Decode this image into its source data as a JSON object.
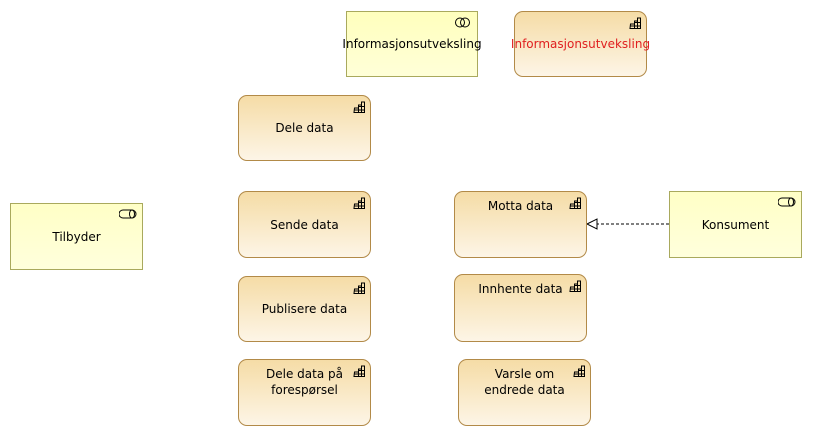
{
  "nodes": {
    "info_interface": {
      "label": "Informasjonsutveksling",
      "icon": "interface-icon"
    },
    "info_function": {
      "label": "Informasjonsutveksling",
      "icon": "function-icon",
      "color": "#e02020"
    },
    "dele_data": {
      "label": "Dele data",
      "icon": "function-icon"
    },
    "tilbyder": {
      "label": "Tilbyder",
      "icon": "role-icon"
    },
    "sende_data": {
      "label": "Sende data",
      "icon": "function-icon"
    },
    "motta_data": {
      "label": "Motta data",
      "icon": "function-icon"
    },
    "konsument": {
      "label": "Konsument",
      "icon": "role-icon"
    },
    "publisere_data": {
      "label": "Publisere data",
      "icon": "function-icon"
    },
    "innhente_data": {
      "label": "Innhente data",
      "icon": "function-icon"
    },
    "dele_data_paa_foresporsel": {
      "label": "Dele data på\nforespørsel",
      "icon": "function-icon"
    },
    "varsle_om_endrede_data": {
      "label": "Varsle om\nendrede data",
      "icon": "function-icon"
    }
  },
  "connections": [
    {
      "from": "konsument",
      "to": "motta_data",
      "style": "dashed",
      "arrow": "hollow-triangle"
    }
  ]
}
